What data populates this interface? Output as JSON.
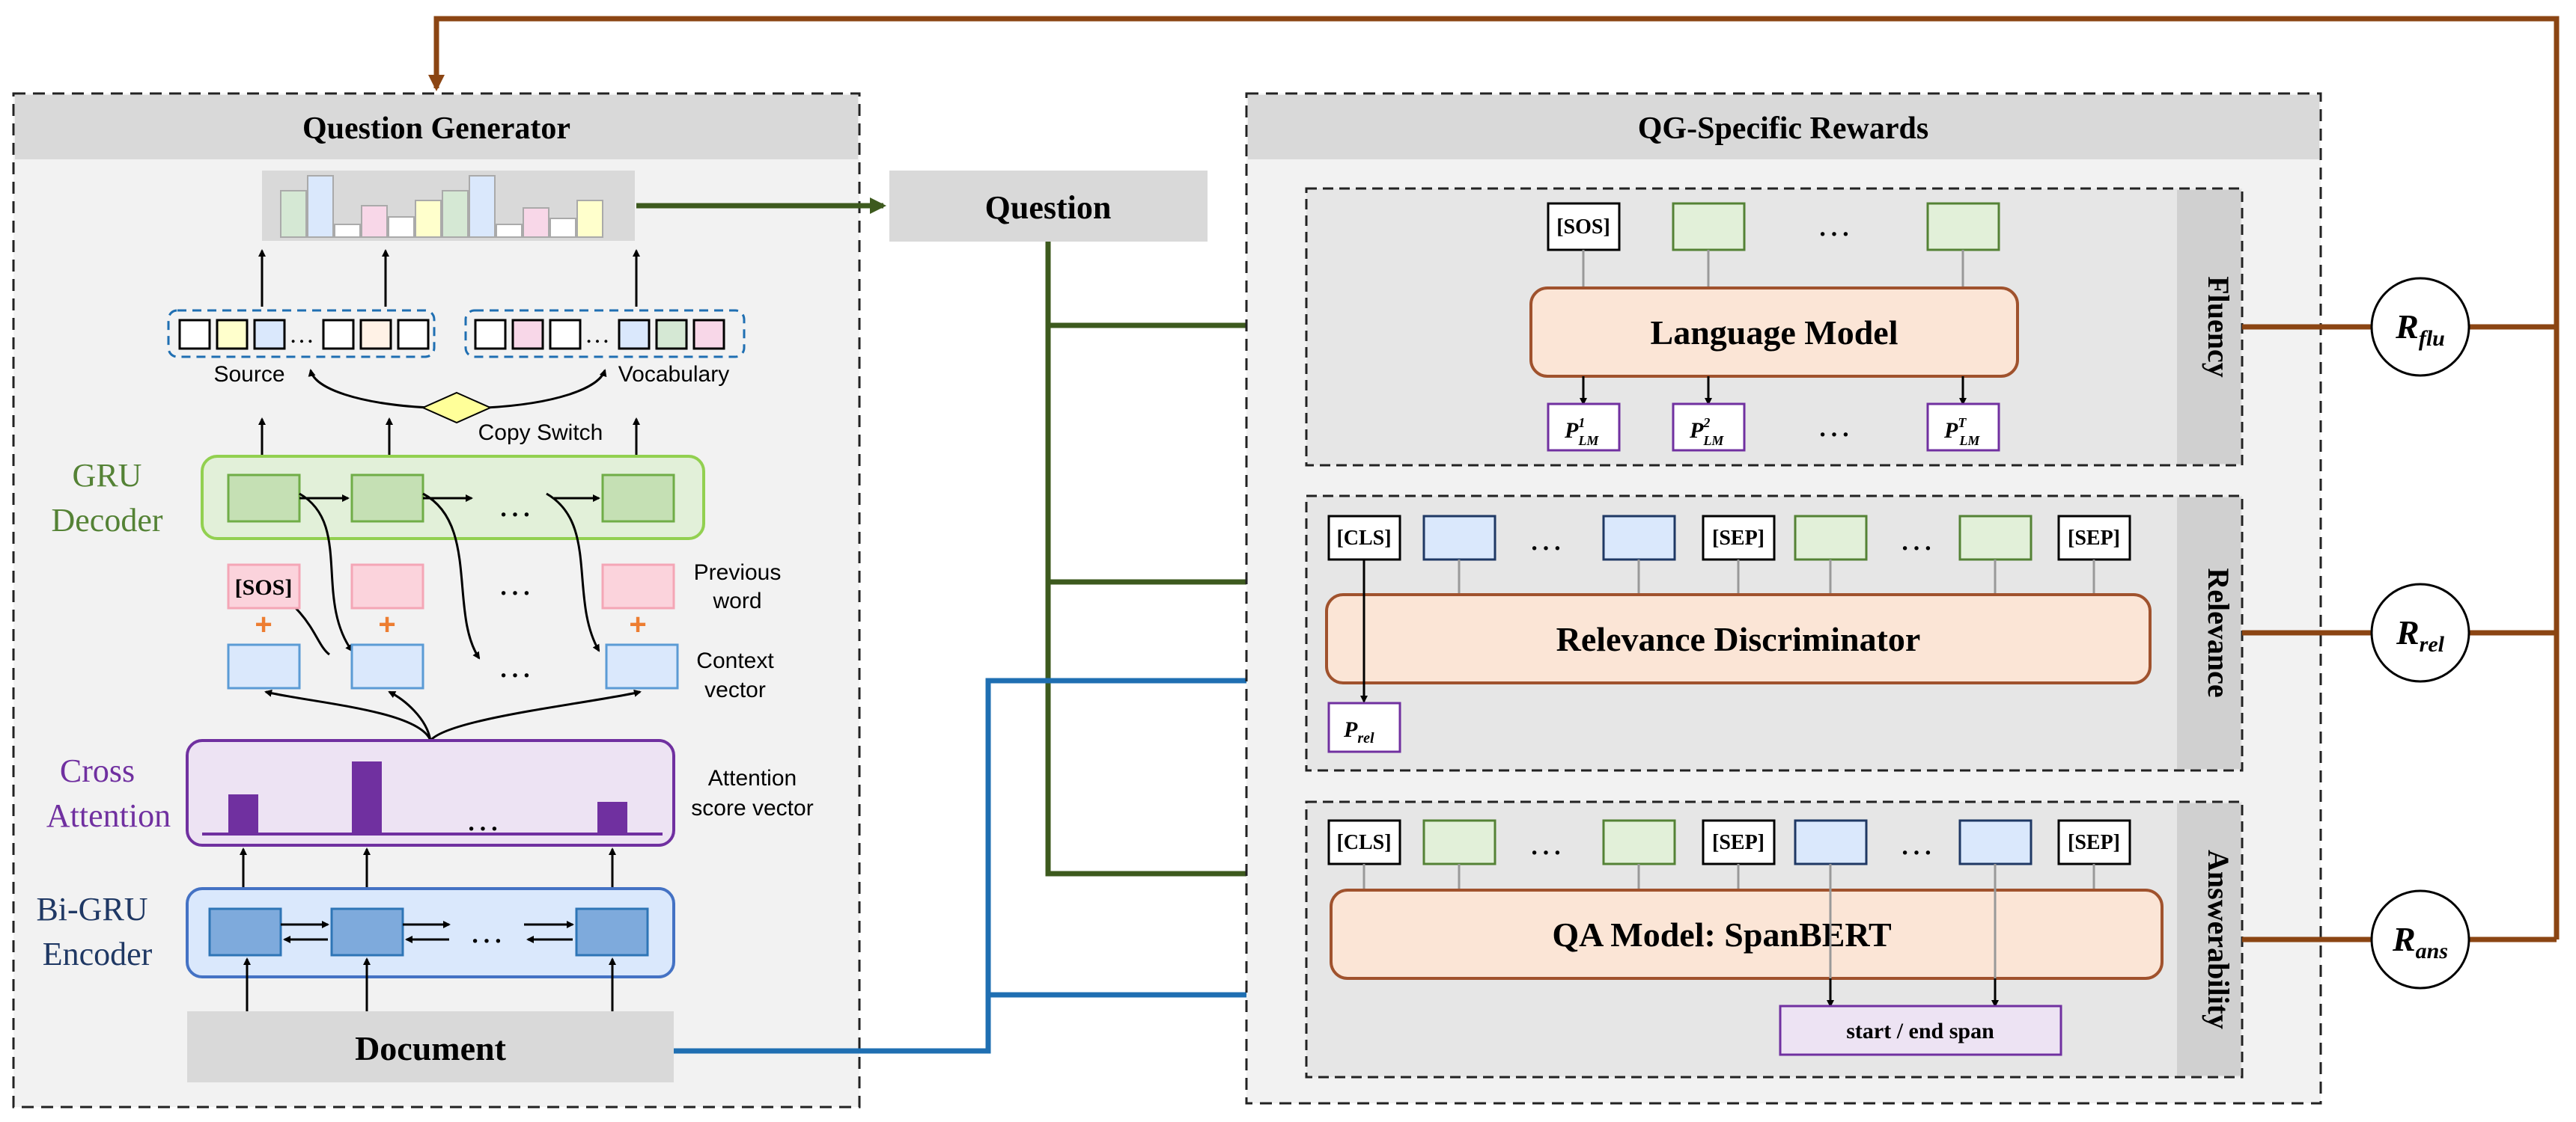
{
  "left_panel": {
    "title": "Question Generator",
    "labels": {
      "gru_decoder_1": "GRU",
      "gru_decoder_2": "Decoder",
      "cross_attention_1": "Cross",
      "cross_attention_2": "Attention",
      "encoder_1": "Bi-GRU",
      "encoder_2": "Encoder",
      "source": "Source",
      "vocabulary": "Vocabulary",
      "copy_switch": "Copy Switch",
      "previous_word_1": "Previous",
      "previous_word_2": "word",
      "context_vector_1": "Context",
      "context_vector_2": "vector",
      "attention_score_1": "Attention",
      "attention_score_2": "score vector",
      "sos": "[SOS]",
      "document": "Document",
      "ellipsis": "…"
    }
  },
  "question_label": "Question",
  "right_panel": {
    "title": "QG-Specific Rewards",
    "fluency": {
      "tab": "Fluency",
      "model": "Language Model",
      "sos": "[SOS]",
      "outputs": [
        "P",
        "P",
        "P"
      ],
      "output_sup": [
        "1",
        "2",
        "T"
      ],
      "output_sub": "LM"
    },
    "relevance": {
      "tab": "Relevance",
      "model": "Relevance Discriminator",
      "cls": "[CLS]",
      "sep": "[SEP]",
      "output": "P",
      "output_sub": "rel"
    },
    "answerability": {
      "tab": "Answerability",
      "model": "QA Model: SpanBERT",
      "cls": "[CLS]",
      "sep": "[SEP]",
      "span": "start / end span"
    }
  },
  "rewards": {
    "flu": {
      "main": "R",
      "sub": "flu"
    },
    "rel": {
      "main": "R",
      "sub": "rel"
    },
    "ans": {
      "main": "R",
      "sub": "ans"
    }
  },
  "colors": {
    "green_arrow": "#3d5a1e",
    "blue_arrow": "#1f6fb2",
    "brown_arrow": "#8b4513",
    "purple": "#7030a0",
    "model_fill": "#fbe5d6",
    "model_stroke": "#a0522d"
  }
}
